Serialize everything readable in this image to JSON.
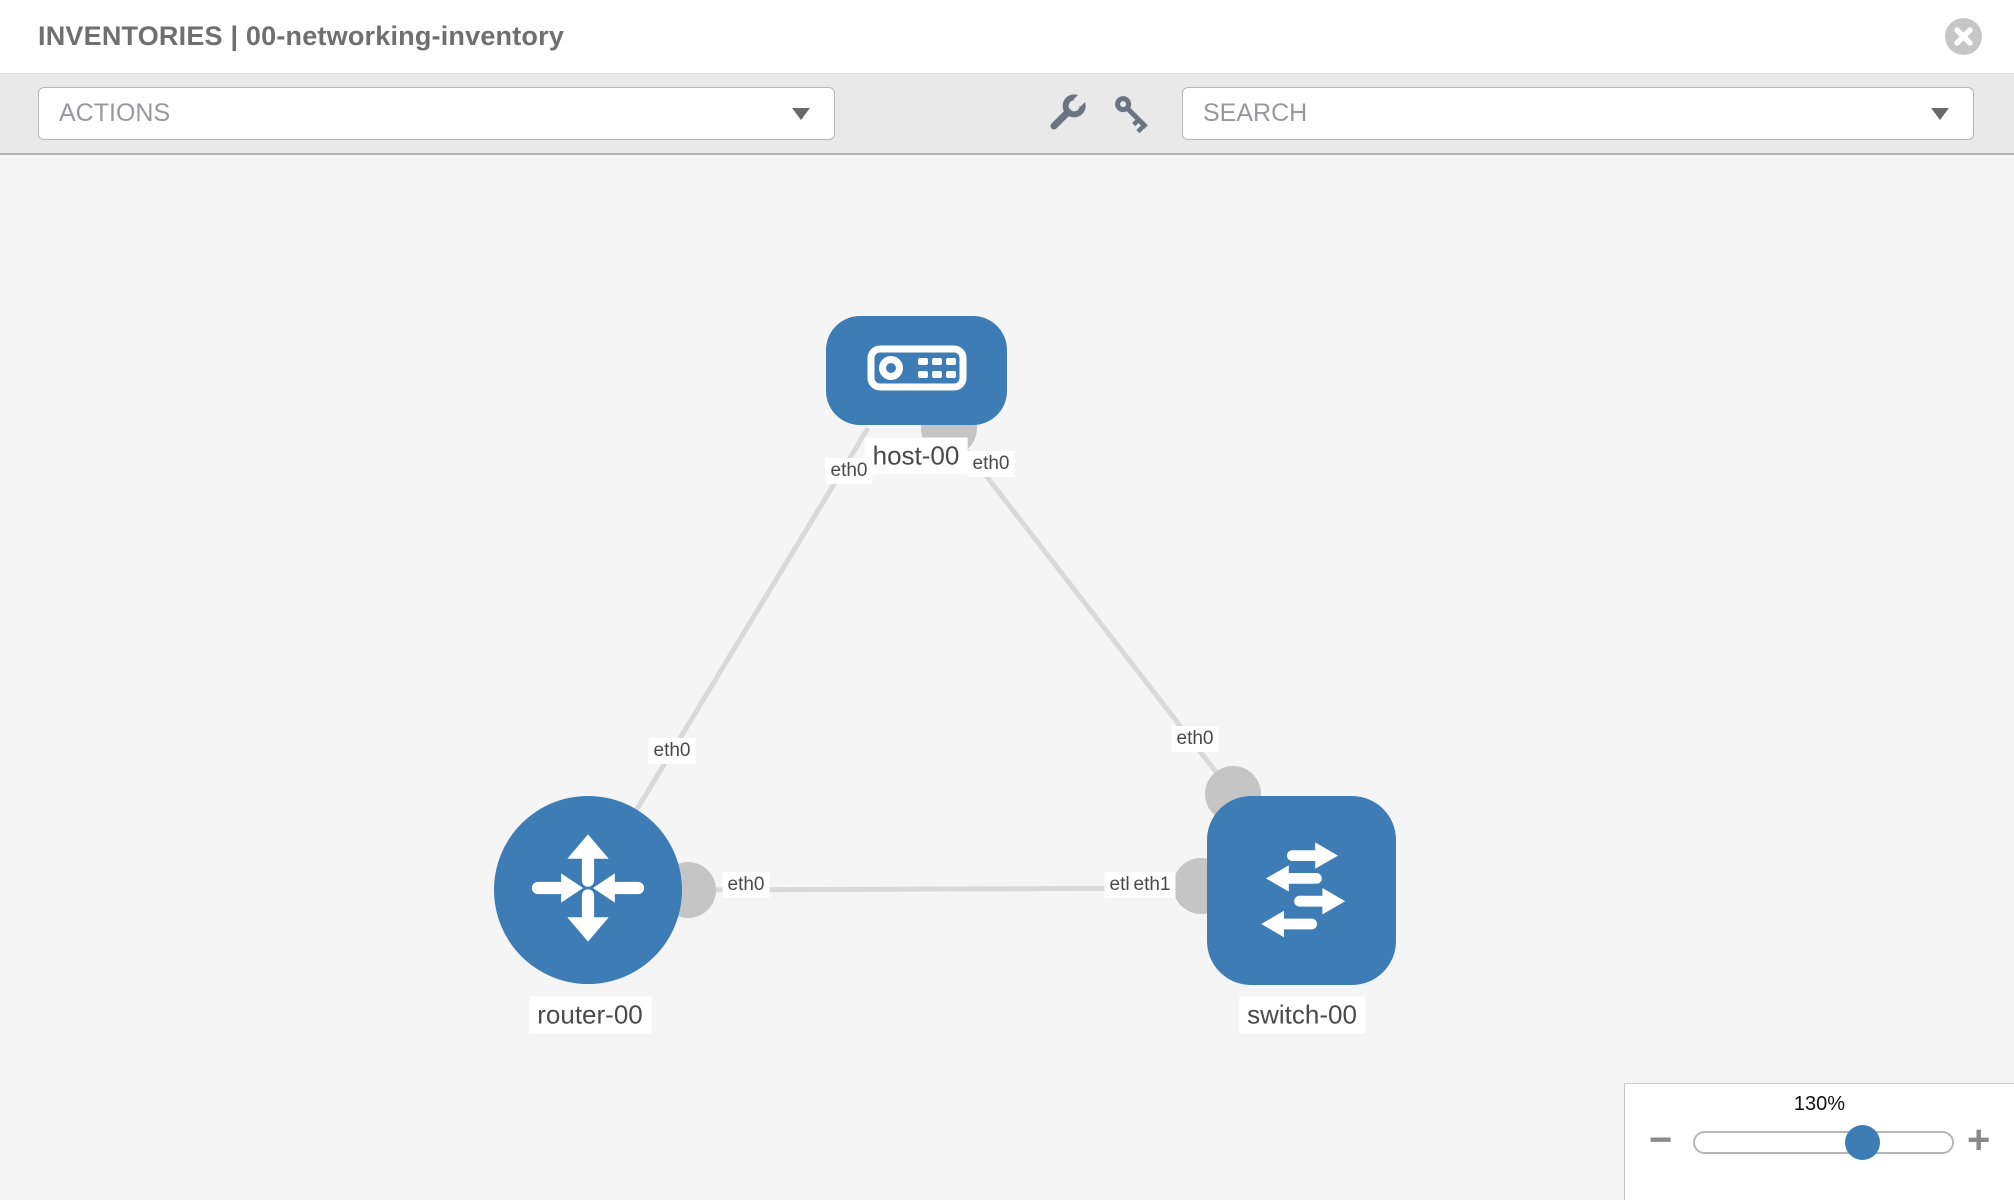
{
  "header": {
    "title": "INVENTORIES | 00-networking-inventory"
  },
  "toolbar": {
    "actions_label": "ACTIONS",
    "search_label": "SEARCH"
  },
  "topology": {
    "nodes": {
      "host": {
        "label": "host-00",
        "type": "host"
      },
      "router": {
        "label": "router-00",
        "type": "router"
      },
      "switch": {
        "label": "switch-00",
        "type": "switch"
      }
    },
    "links": [
      {
        "source": "router-00",
        "target": "host-00",
        "source_iface": "eth0",
        "target_iface": "eth0"
      },
      {
        "source": "switch-00",
        "target": "host-00",
        "source_iface": "eth0",
        "target_iface": "eth0"
      },
      {
        "source": "router-00",
        "target": "switch-00",
        "source_iface": "eth0",
        "target_iface": "eth1"
      }
    ],
    "iface_labels": {
      "host_left": "eth0",
      "host_right": "eth0",
      "diag_router": "eth0",
      "diag_switch": "eth0",
      "hlink_router_side": "eth0",
      "hlink_switch_side_under": "eth0",
      "hlink_switch_side_over": "eth1"
    }
  },
  "zoom_control": {
    "value": "130%",
    "minus": "−",
    "plus": "+"
  },
  "colors": {
    "node_blue": "#3d7cb5",
    "link_gray": "#d9d9d9",
    "connector_gray": "#c5c5c5",
    "toolbar_gray": "#e9e9e9"
  }
}
